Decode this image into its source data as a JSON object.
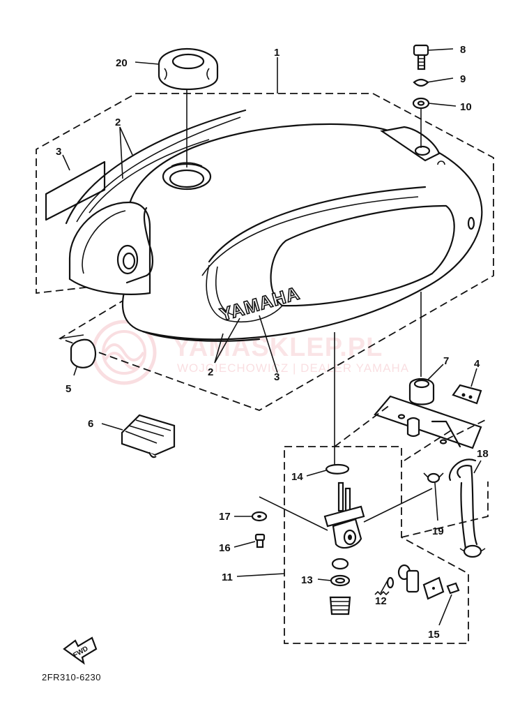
{
  "diagram": {
    "drawing_code": "2FR310-6230",
    "tank_brand": "YAMAHA",
    "direction_label": "FWD",
    "watermark": {
      "main": "YAMASKLEP.PL",
      "sub": "WOJCIECHOWICZ | DEALER YAMAHA",
      "accent_color": "#e03a4a"
    },
    "callouts": [
      {
        "id": "c1",
        "label": "1"
      },
      {
        "id": "c2a",
        "label": "2"
      },
      {
        "id": "c2b",
        "label": "2"
      },
      {
        "id": "c3a",
        "label": "3"
      },
      {
        "id": "c3b",
        "label": "3"
      },
      {
        "id": "c4",
        "label": "4"
      },
      {
        "id": "c5",
        "label": "5"
      },
      {
        "id": "c6",
        "label": "6"
      },
      {
        "id": "c7",
        "label": "7"
      },
      {
        "id": "c8",
        "label": "8"
      },
      {
        "id": "c9",
        "label": "9"
      },
      {
        "id": "c10",
        "label": "10"
      },
      {
        "id": "c11",
        "label": "11"
      },
      {
        "id": "c12",
        "label": "12"
      },
      {
        "id": "c13",
        "label": "13"
      },
      {
        "id": "c14",
        "label": "14"
      },
      {
        "id": "c15",
        "label": "15"
      },
      {
        "id": "c16",
        "label": "16"
      },
      {
        "id": "c17",
        "label": "17"
      },
      {
        "id": "c18",
        "label": "18"
      },
      {
        "id": "c19",
        "label": "19"
      },
      {
        "id": "c20",
        "label": "20"
      }
    ]
  }
}
